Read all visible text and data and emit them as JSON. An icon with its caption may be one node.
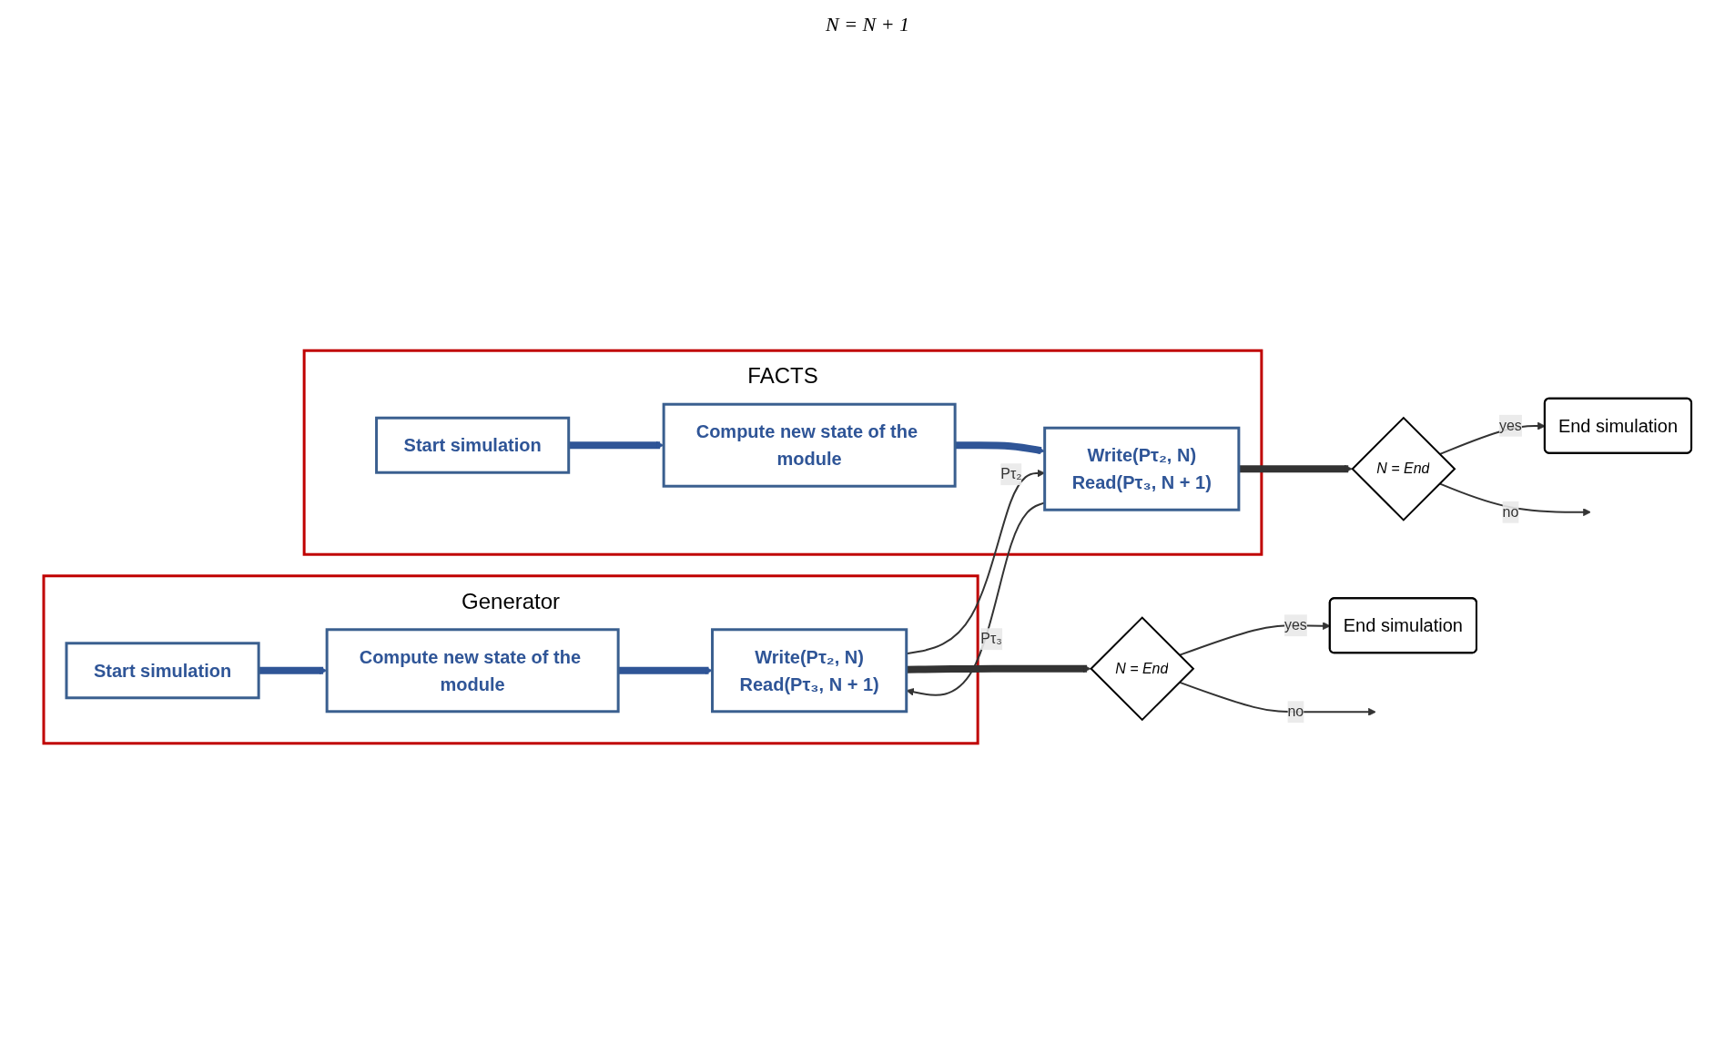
{
  "diagram": {
    "nodes": [
      {
        "text": [
          "Generator"
        ]
      },
      {
        "text": [
          "Start simulation"
        ],
        "in": 0
      },
      {
        "text": [
          "Compute new state of the module"
        ],
        "in": 0
      },
      {
        "text": [
          "Write(Pτ₂, N)",
          "Read(Pτ₃, N + 1)"
        ],
        "in": 0
      },
      {
        "text": [
          "FACTS"
        ]
      },
      {
        "text": [
          "Start simulation"
        ],
        "in": 4
      },
      {
        "text": [
          "Compute new state of the module"
        ],
        "in": 4
      },
      {
        "text": [
          "Write(Pτ₂, N)",
          "Read(Pτ₃, N + 1)"
        ],
        "in": 4
      },
      {
        "text": [
          "End simulation"
        ]
      },
      {
        "text": [
          "N = End"
        ]
      },
      {
        "text": [
          "N = End"
        ]
      },
      {
        "text": [
          "End simulation"
        ]
      }
    ],
    "edges": [
      {
        "from": 1,
        "to": 2,
        "arrow": "to",
        "style": "thick",
        "color": "#2f5597"
      },
      {
        "from": 2,
        "to": 3,
        "arrow": "to",
        "style": "thick",
        "color": "#2f5597"
      },
      {
        "from": 3,
        "to": 7,
        "arrow": "to",
        "label": "Pτ₂"
      },
      {
        "from": 7,
        "to": 3,
        "arrow": "to",
        "label": "Pτ₃"
      },
      {
        "from": 3,
        "to": 9,
        "arrow": "to",
        "style": "thick"
      },
      {
        "from": 9,
        "to": 8,
        "arrow": "to",
        "label": "yes"
      },
      {
        "from": 9,
        "to": null,
        "arrow": "to",
        "label": "no"
      },
      {
        "from": 5,
        "to": 6,
        "arrow": "to",
        "style": "thick",
        "color": "#2f5597"
      },
      {
        "from": 6,
        "to": 7,
        "arrow": "to",
        "style": "thick",
        "color": "#2f5597"
      },
      {
        "from": 7,
        "to": 10,
        "arrow": "to",
        "style": "thick"
      },
      {
        "from": 10,
        "to": 11,
        "arrow": "to",
        "label": "yes"
      },
      {
        "from": 10,
        "to": null,
        "arrow": "to",
        "label": "no"
      }
    ],
    "labels": [
      "N = N + 1"
    ]
  }
}
